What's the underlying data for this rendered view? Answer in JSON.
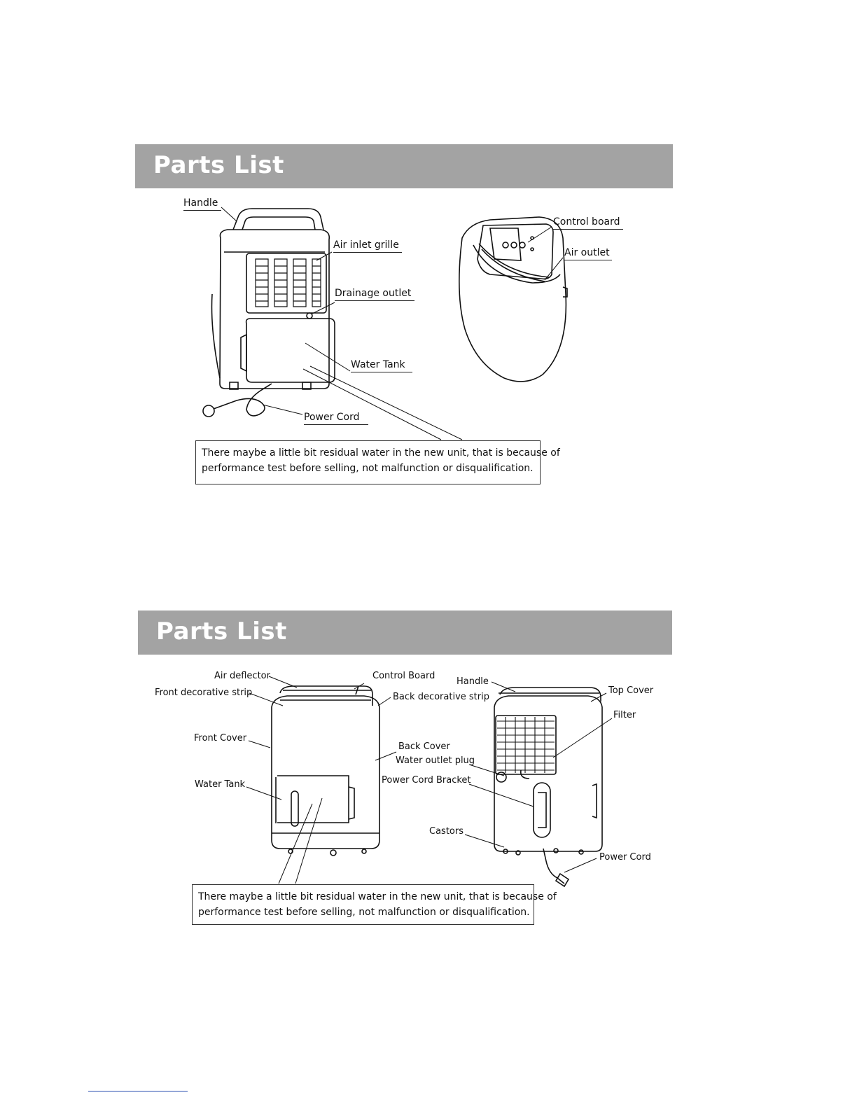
{
  "section1": {
    "heading": "Parts List",
    "labels": {
      "handle": "Handle",
      "air_inlet_grille": "Air inlet grille",
      "drainage_outlet": "Drainage outlet",
      "water_tank": "Water Tank",
      "power_cord": "Power Cord",
      "control_board": "Control board",
      "air_outlet": "Air outlet"
    },
    "note": {
      "line1": "There maybe a little bit residual water in the new unit, that is because of",
      "line2": "performance test before selling, not malfunction or disqualification."
    }
  },
  "section2": {
    "heading": "Parts List",
    "labels": {
      "air_deflector": "Air deflector",
      "control_board": "Control Board",
      "front_decorative_strip": "Front decorative strip",
      "back_decorative_strip": "Back decorative strip",
      "front_cover": "Front Cover",
      "back_cover": "Back Cover",
      "water_outlet_plug": "Water outlet plug",
      "power_cord_bracket": "Power Cord Bracket",
      "water_tank": "Water Tank",
      "castors": "Castors",
      "handle": "Handle",
      "top_cover": "Top Cover",
      "filter": "Filter",
      "power_cord": "Power Cord"
    },
    "note": {
      "line1": "There maybe a little bit residual water in the new unit, that is because of",
      "line2": "performance test before selling, not malfunction or disqualification."
    }
  }
}
